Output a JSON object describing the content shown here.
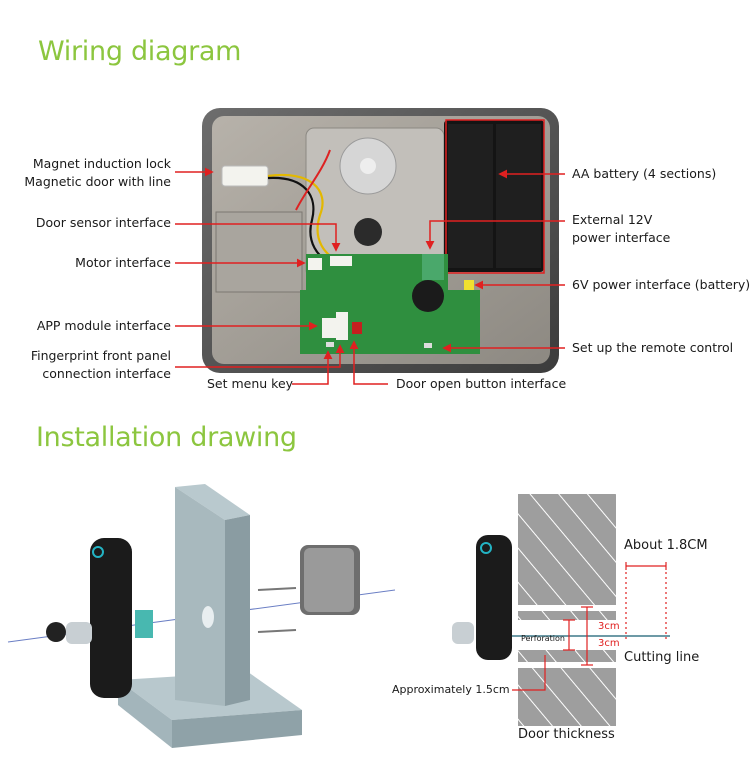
{
  "sections": {
    "wiring": {
      "title": "Wiring diagram",
      "labels": {
        "magnet_lock_1": "Magnet induction lock",
        "magnet_lock_2": "Magnetic door with line",
        "door_sensor": "Door sensor interface",
        "motor": "Motor interface",
        "app_module": "APP module interface",
        "fingerprint_1": "Fingerprint front panel",
        "fingerprint_2": "connection interface",
        "set_menu_key": "Set menu key",
        "door_open_button": "Door open button interface",
        "aa_battery": "AA battery (4 sections)",
        "external_12v_1": "External 12V",
        "external_12v_2": "power interface",
        "power_6v": "6V power interface (battery)",
        "remote_control": "Set up the remote control"
      }
    },
    "installation": {
      "title": "Installation drawing",
      "labels": {
        "about_18cm": "About 1.8CM",
        "dim_3cm_upper": "3cm",
        "dim_3cm_lower": "3cm",
        "perforation": "Perforation",
        "cutting_line": "Cutting line",
        "approx_15cm": "Approximately 1.5cm",
        "door_thickness": "Door thickness"
      }
    }
  },
  "colors": {
    "heading": "#8cc63f",
    "callout": "#e02020",
    "pcb": "#2f8f3f",
    "metal": "#9a9a9a",
    "door": "#9aa9ae"
  }
}
